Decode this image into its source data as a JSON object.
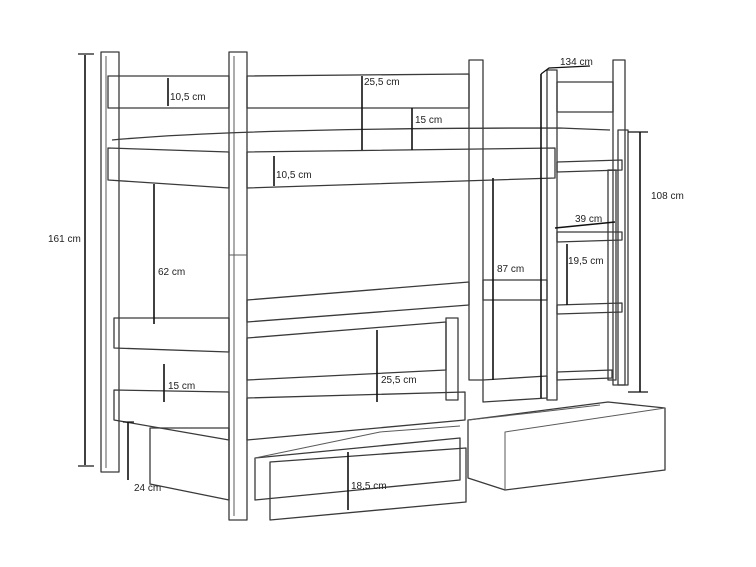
{
  "dimensions": {
    "total_height": "161 cm",
    "depth": "134 cm",
    "ladder_height": "108 cm",
    "ladder_width": "39 cm",
    "rung_spacing": "19,5 cm",
    "top_rail_height": "10,5 cm",
    "top_guard_height": "25,5 cm",
    "top_guard_above_mattress": "15 cm",
    "top_frame_height": "10,5 cm",
    "lower_clearance": "62 cm",
    "upper_bed_clearance": "87 cm",
    "bottom_guard_height": "15 cm",
    "bottom_side_guard_height": "25,5 cm",
    "drawer_height": "18,5 cm",
    "floor_clearance": "24 cm"
  }
}
